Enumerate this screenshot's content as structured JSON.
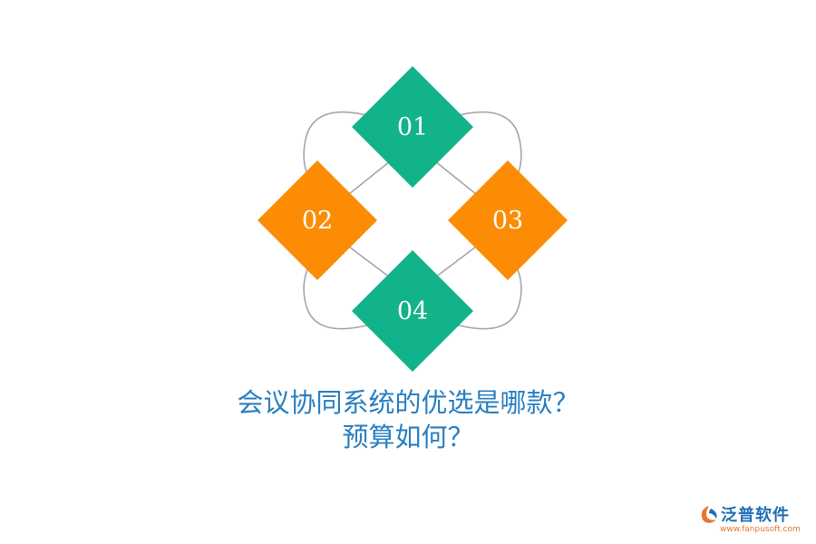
{
  "diagram": {
    "nodes": [
      {
        "id": "01",
        "label": "01",
        "color": "#12b28a"
      },
      {
        "id": "02",
        "label": "02",
        "color": "#fc8c03"
      },
      {
        "id": "03",
        "label": "03",
        "color": "#fc8c03"
      },
      {
        "id": "04",
        "label": "04",
        "color": "#12b28a"
      }
    ],
    "connector_color": "#a6a6a6"
  },
  "title": {
    "line1": "会议协同系统的优选是哪款？",
    "line2": "预算如何？",
    "color": "#2a7fc1"
  },
  "logo": {
    "name": "泛普软件",
    "url": "www.fanpusoft.com",
    "icon": "fanpu-logo-icon"
  }
}
